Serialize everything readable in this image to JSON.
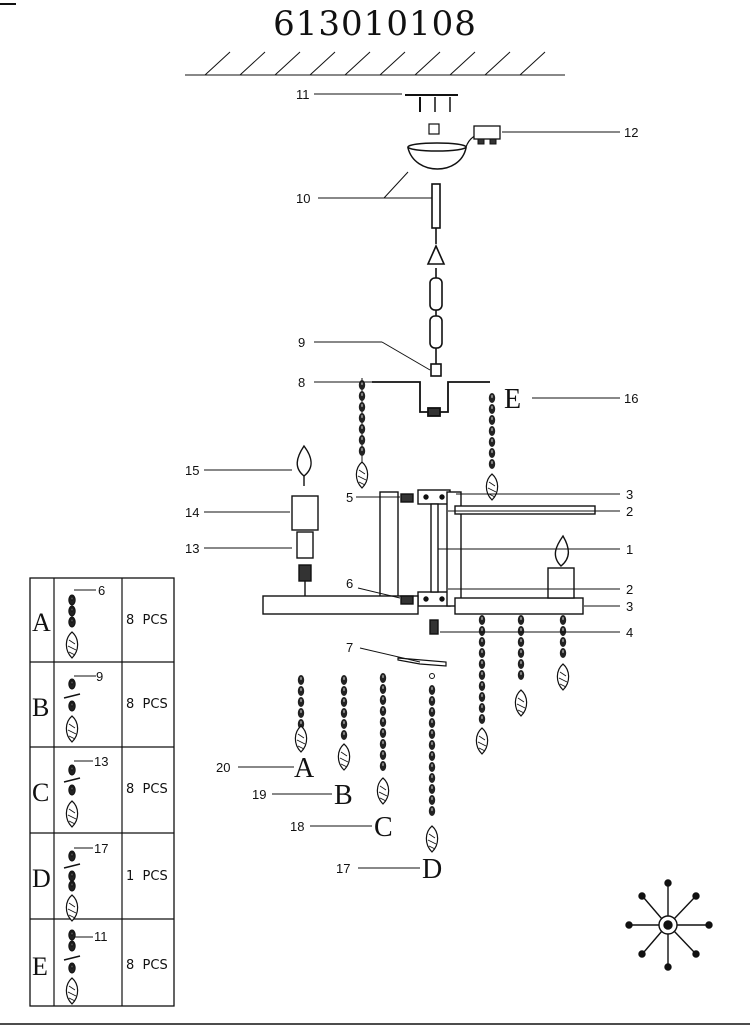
{
  "title": "613010108",
  "part_labels": [
    "1",
    "2",
    "3",
    "4",
    "5",
    "6",
    "7",
    "8",
    "9",
    "10",
    "11",
    "12",
    "13",
    "14",
    "15",
    "16",
    "17",
    "18",
    "19",
    "20"
  ],
  "crystal_letters": [
    "A",
    "B",
    "C",
    "D",
    "E"
  ],
  "table": {
    "rows": [
      {
        "letter": "A",
        "ref": "6",
        "qty": "8  PCS"
      },
      {
        "letter": "B",
        "ref": "9",
        "qty": "8  PCS"
      },
      {
        "letter": "C",
        "ref": "13",
        "qty": "8  PCS"
      },
      {
        "letter": "D",
        "ref": "17",
        "qty": "1  PCS"
      },
      {
        "letter": "E",
        "ref": "11",
        "qty": "8  PCS"
      }
    ]
  }
}
